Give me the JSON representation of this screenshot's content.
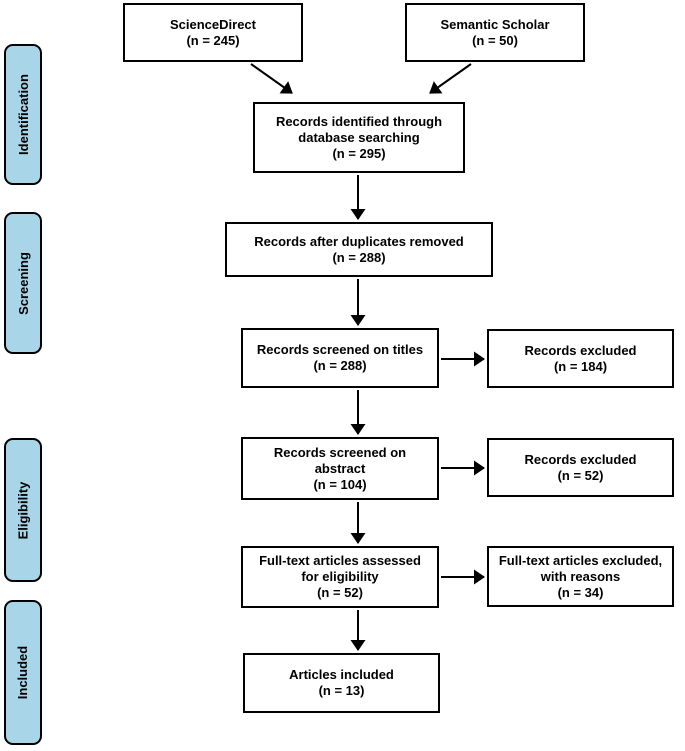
{
  "stage_labels": {
    "identification": "Identification",
    "screening": "Screening",
    "eligibility": "Eligibility",
    "included": "Included"
  },
  "boxes": {
    "sciencedirect": {
      "label": "ScienceDirect",
      "count": "(n = 245)"
    },
    "semantic_scholar": {
      "label": "Semantic Scholar",
      "count": "(n = 50)"
    },
    "identified": {
      "label": "Records identified through\ndatabase searching",
      "count": "(n = 295)"
    },
    "duplicates_removed": {
      "label": "Records after duplicates removed",
      "count": "(n = 288)"
    },
    "screened_titles": {
      "label": "Records screened on titles",
      "count": "(n = 288)"
    },
    "excluded_titles": {
      "label": "Records excluded",
      "count": "(n = 184)"
    },
    "screened_abstract": {
      "label": "Records screened on\nabstract",
      "count": "(n = 104)"
    },
    "excluded_abstract": {
      "label": "Records excluded",
      "count": "(n = 52)"
    },
    "fulltext_assessed": {
      "label": "Full-text articles assessed\nfor eligibility",
      "count": "(n = 52)"
    },
    "fulltext_excluded": {
      "label": "Full-text articles excluded,\nwith reasons",
      "count": "(n = 34)"
    },
    "articles_included": {
      "label": "Articles included",
      "count": "(n = 13)"
    }
  },
  "colors": {
    "stage_fill": "#a9d5e9",
    "line": "#000000",
    "box_fill": "#ffffff",
    "background": "#ffffff"
  }
}
